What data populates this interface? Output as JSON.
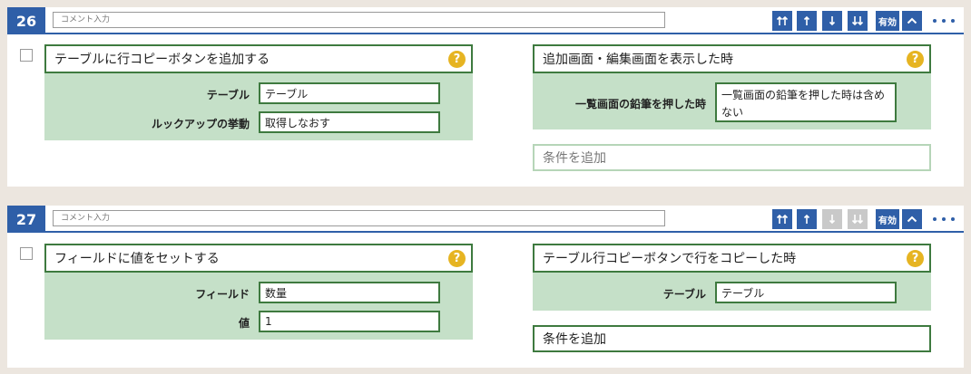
{
  "rules": [
    {
      "number": "26",
      "comment_placeholder": "コメント入力",
      "valid_label": "有効",
      "action": {
        "title": "テーブルに行コピーボタンを追加する",
        "help": "?",
        "fields": [
          {
            "label": "テーブル",
            "value": "テーブル"
          },
          {
            "label": "ルックアップの挙動",
            "value": "取得しなおす"
          }
        ]
      },
      "condition": {
        "title": "追加画面・編集画面を表示した時",
        "help": "?",
        "fields": [
          {
            "label": "一覧画面の鉛筆を押した時",
            "value": "一覧画面の鉛筆を押した時は含めない"
          }
        ]
      },
      "add_condition_label": "条件を追加"
    },
    {
      "number": "27",
      "comment_placeholder": "コメント入力",
      "valid_label": "有効",
      "action": {
        "title": "フィールドに値をセットする",
        "help": "?",
        "fields": [
          {
            "label": "フィールド",
            "value": "数量"
          },
          {
            "label": "値",
            "value": "1"
          }
        ]
      },
      "condition": {
        "title": "テーブル行コピーボタンで行をコピーした時",
        "help": "?",
        "fields": [
          {
            "label": "テーブル",
            "value": "テーブル"
          }
        ]
      },
      "add_condition_label": "条件を追加"
    }
  ],
  "colors": {
    "primary": "#2f5fa8",
    "panel_border": "#3e7a3f",
    "panel_body": "#c5e0c8",
    "help": "#e6b422",
    "disabled": "#c9c9c9",
    "background": "#ece6df"
  },
  "icons": {
    "move_top": "double-up-arrow-icon",
    "move_up": "up-arrow-icon",
    "move_down": "down-arrow-icon",
    "move_bottom": "double-down-arrow-icon",
    "collapse": "chevron-up-icon",
    "more": "more-dots-icon",
    "help": "question-icon"
  }
}
